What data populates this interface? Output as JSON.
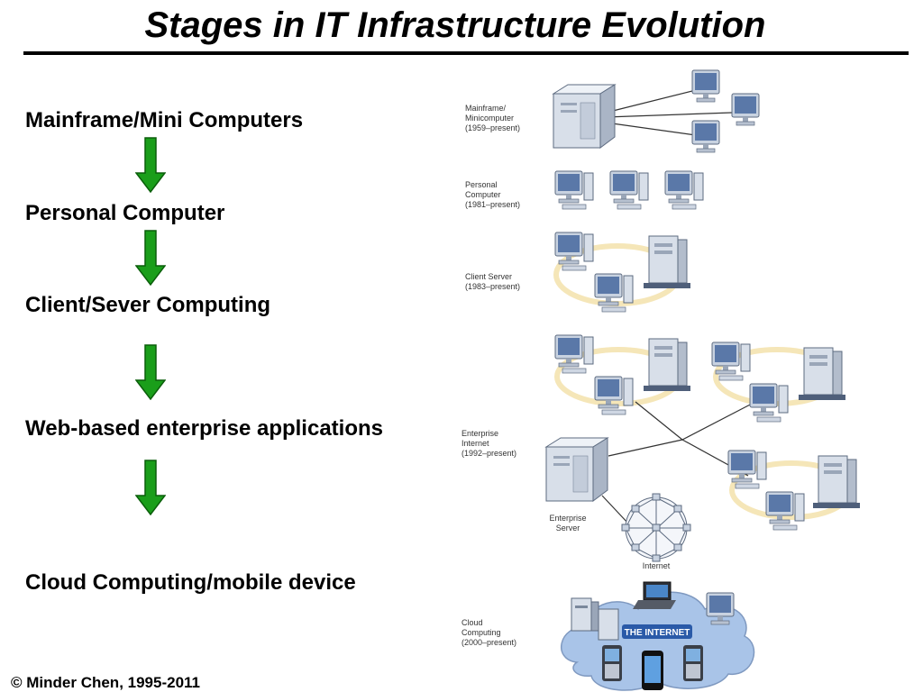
{
  "title": "Stages in IT Infrastructure Evolution",
  "stages": [
    {
      "label": "Mainframe/Mini Computers"
    },
    {
      "label": "Personal Computer"
    },
    {
      "label": "Client/Sever Computing"
    },
    {
      "label": "Web-based enterprise applications"
    },
    {
      "label": "Cloud Computing/mobile device"
    }
  ],
  "footer": "© Minder Chen, 1995-2011",
  "diagram": {
    "mainframe": {
      "line1": "Mainframe/",
      "line2": "Minicomputer",
      "line3": "(1959–present)"
    },
    "pc": {
      "line1": "Personal",
      "line2": "Computer",
      "line3": "(1981–present)"
    },
    "client_server": {
      "line1": "Client Server",
      "line2": "(1983–present)"
    },
    "enterprise": {
      "line1": "Enterprise",
      "line2": "Internet",
      "line3": "(1992–present)"
    },
    "enterprise_server": {
      "line1": "Enterprise",
      "line2": "Server"
    },
    "internet": "Internet",
    "cloud": {
      "line1": "Cloud",
      "line2": "Computing",
      "line3": "(2000–present)",
      "badge": "THE INTERNET"
    }
  },
  "colors": {
    "arrow": "#1a9e1a",
    "arrow_outline": "#0b5e0b",
    "ring": "#f5e6b8",
    "device": "#c8d2e0",
    "screen": "#5a78a8"
  }
}
